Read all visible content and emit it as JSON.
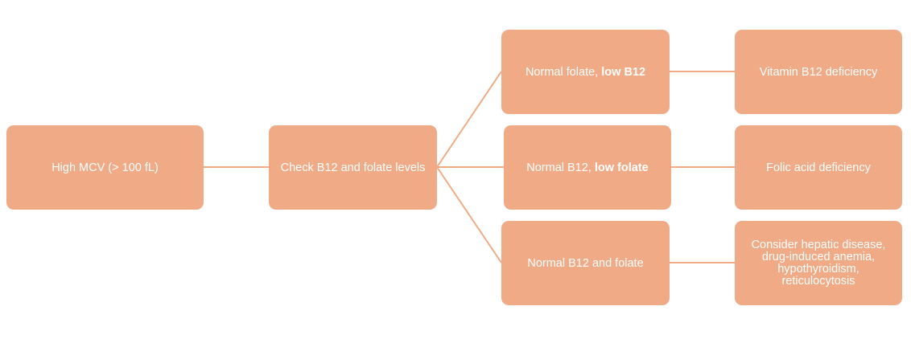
{
  "colors": {
    "node_fill": "#f0aa85",
    "connector": "#f0aa85",
    "text": "#ffffff",
    "background": "#ffffff"
  },
  "nodes": {
    "high_mcv": "High MCV (> 100 fL)",
    "check_levels": "Check B12 and folate levels",
    "low_b12": {
      "prefix": "Normal folate, ",
      "emphasis": "low B12"
    },
    "low_folate": {
      "prefix": "Normal B12, ",
      "emphasis": "low folate"
    },
    "normal_both": "Normal B12 and folate",
    "vitamin_b12_deficiency": "Vitamin B12 deficiency",
    "folic_acid_deficiency": "Folic acid deficiency",
    "consider": {
      "lines": [
        "Consider hepatic disease,",
        "drug-induced anemia,",
        "hypothyroidism,",
        "reticulocytosis"
      ]
    }
  }
}
